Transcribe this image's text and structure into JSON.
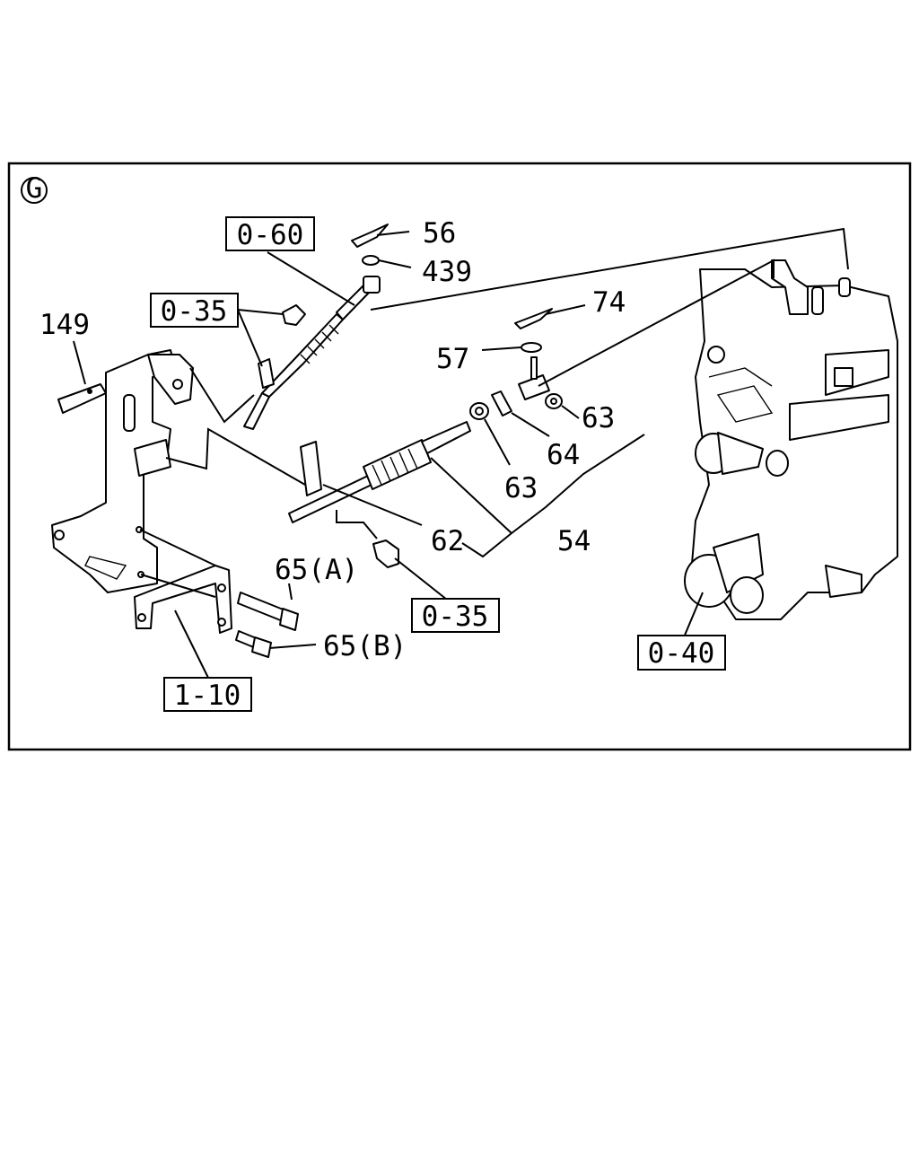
{
  "section_symbol": "G",
  "ref_boxes": {
    "r060": "0-60",
    "r035_top": "0-35",
    "r035_bottom": "0-35",
    "r040": "0-40",
    "r110": "1-10"
  },
  "part_labels": {
    "p56": "56",
    "p439": "439",
    "p74": "74",
    "p57": "57",
    "p149": "149",
    "p63_right": "63",
    "p64": "64",
    "p63_left": "63",
    "p62": "62",
    "p54": "54",
    "p65a": "65(A)",
    "p65b": "65(B)"
  }
}
